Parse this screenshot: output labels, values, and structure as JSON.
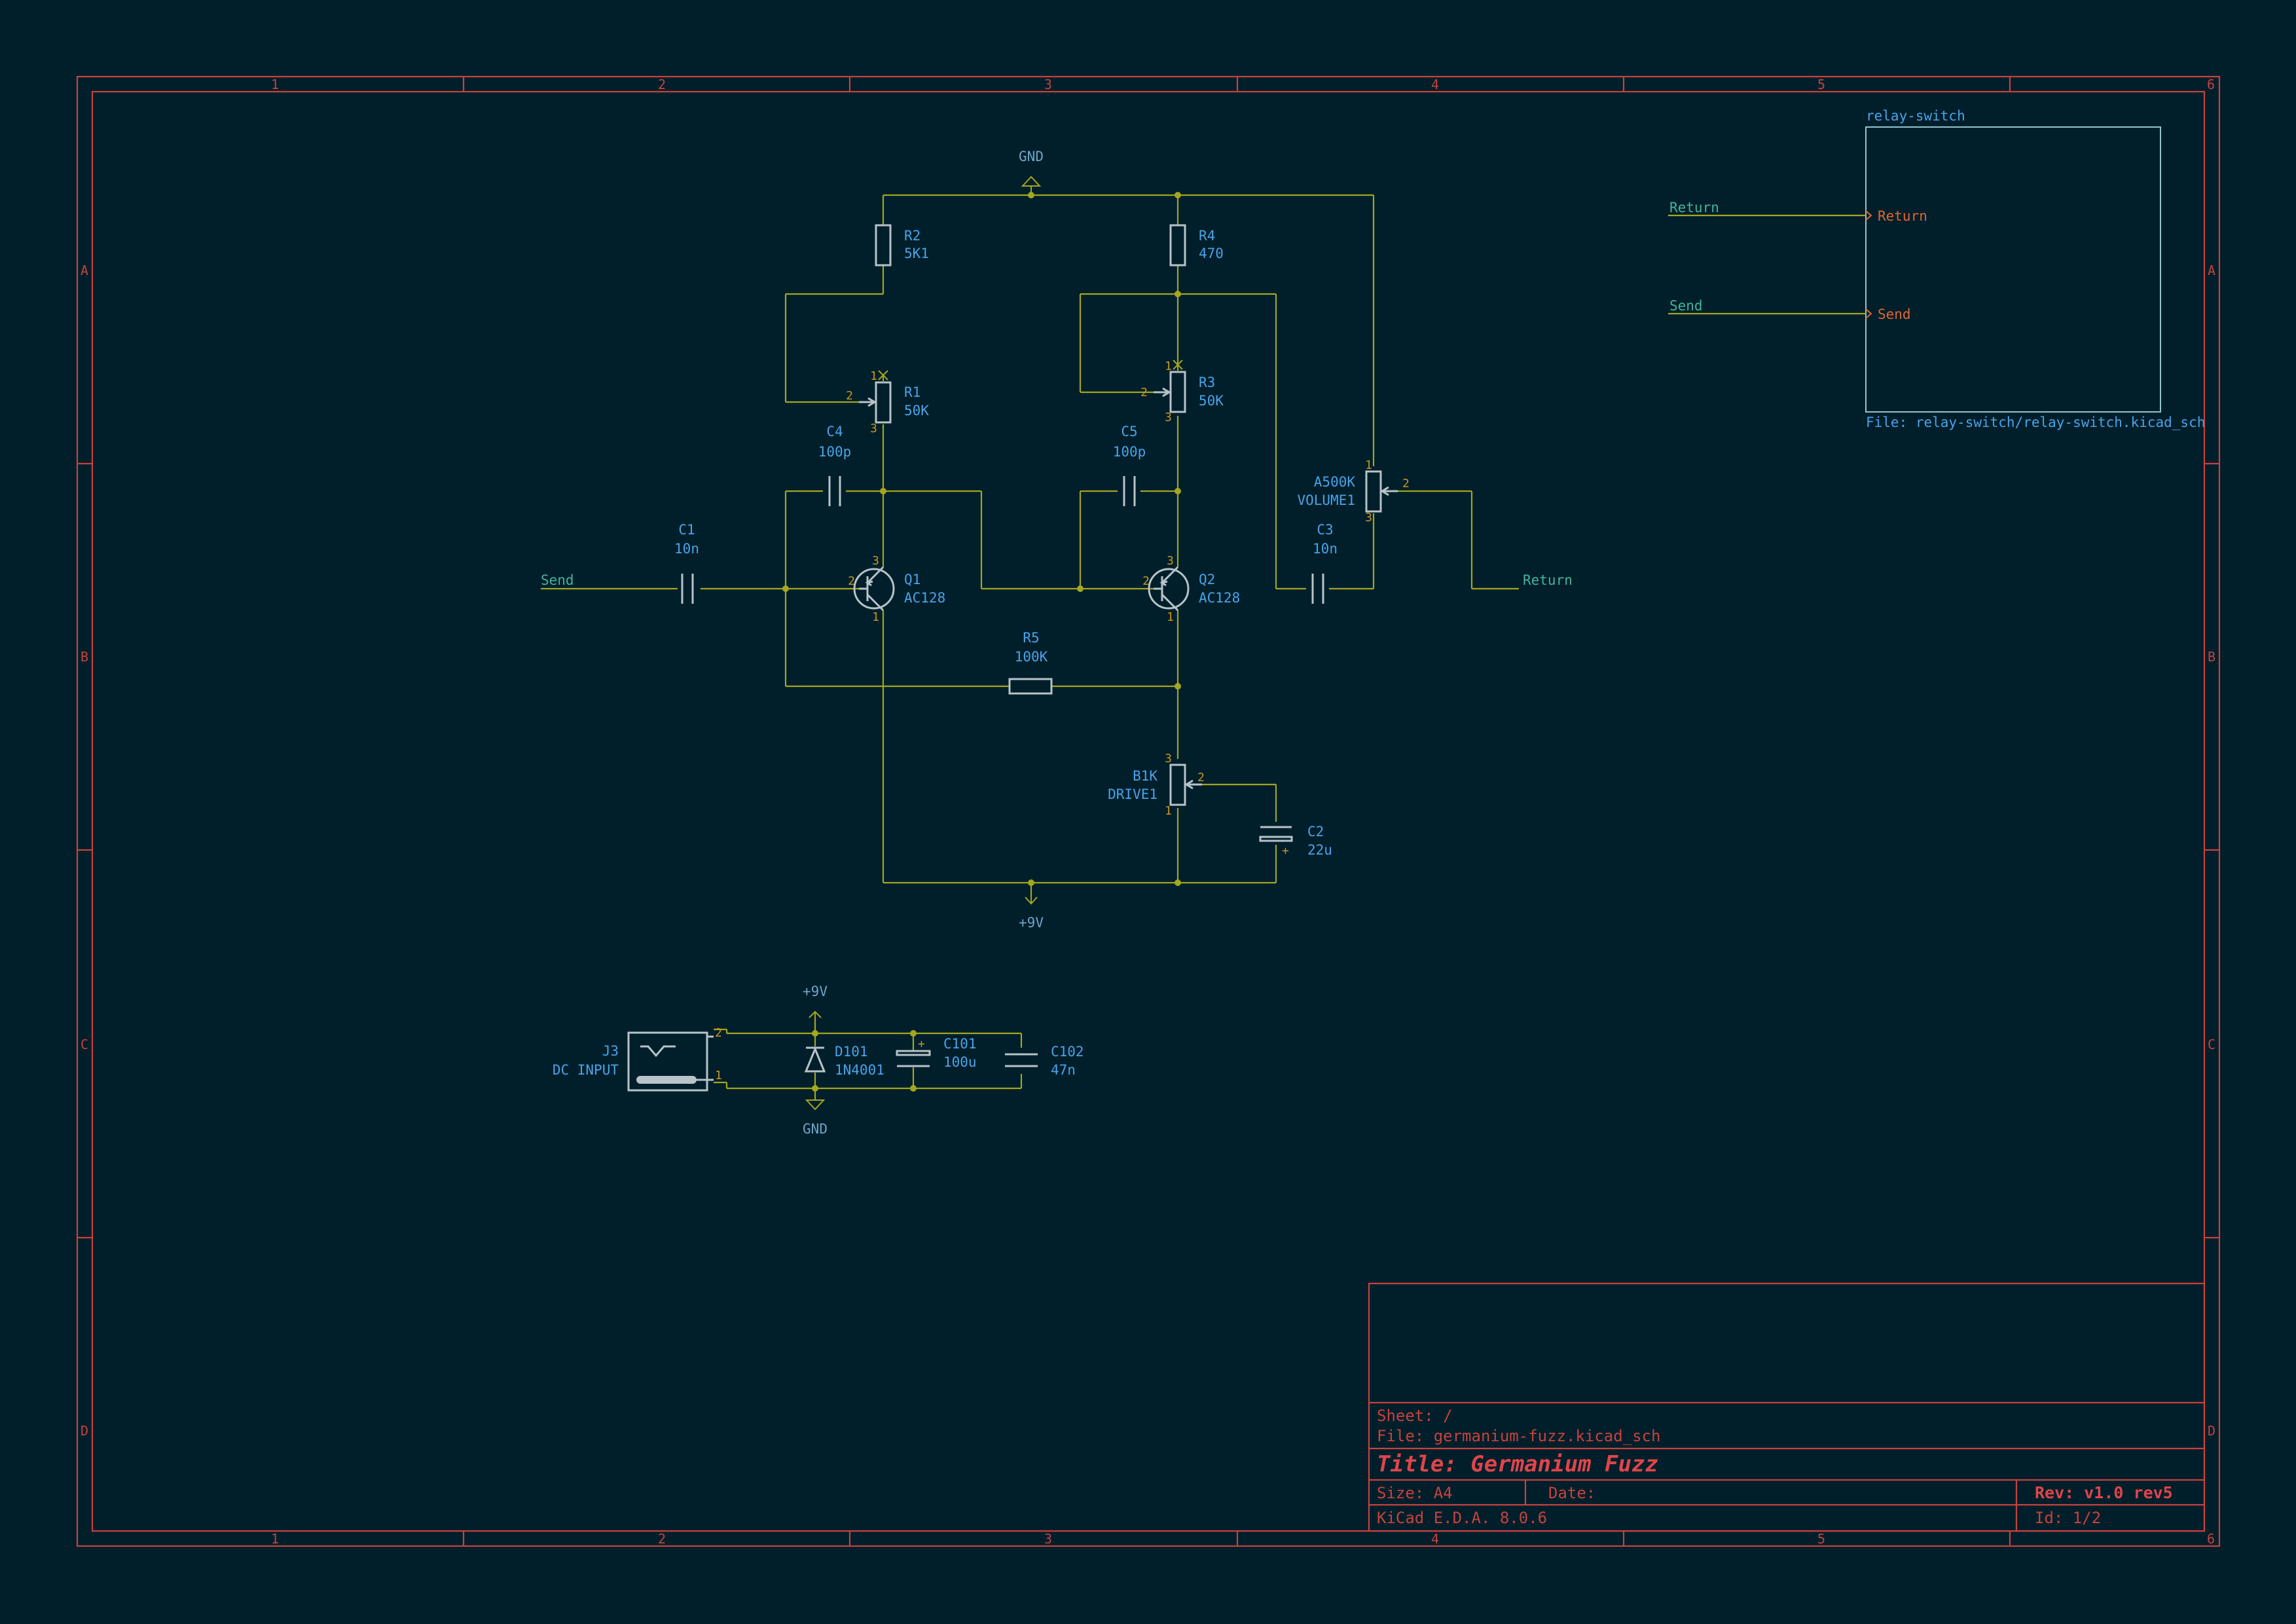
{
  "frame": {
    "columns": [
      "1",
      "2",
      "3",
      "4",
      "5",
      "6"
    ],
    "rows": [
      "A",
      "B",
      "C",
      "D"
    ]
  },
  "title_block": {
    "sheet": "Sheet: /",
    "file": "File: germanium-fuzz.kicad_sch",
    "title": "Title: Germanium Fuzz",
    "size": "Size: A4",
    "date": "Date:",
    "rev": "Rev: v1.0 rev5",
    "tool": "KiCad E.D.A. 8.0.6",
    "id": "Id: 1/2"
  },
  "hier_sheet": {
    "name": "relay-switch",
    "file": "File: relay-switch/relay-switch.kicad_sch",
    "pins": [
      "Return",
      "Send"
    ]
  },
  "labels": {
    "send_left": "Send",
    "return_right": "Return",
    "sheet_return": "Return",
    "sheet_send": "Send"
  },
  "power": {
    "gnd_top": "GND",
    "v9_bottom": "+9V",
    "v9_dc": "+9V",
    "gnd_dc": "GND"
  },
  "components": {
    "R1": {
      "ref": "R1",
      "value": "50K"
    },
    "R2": {
      "ref": "R2",
      "value": "5K1"
    },
    "R3": {
      "ref": "R3",
      "value": "50K"
    },
    "R4": {
      "ref": "R4",
      "value": "470"
    },
    "R5": {
      "ref": "R5",
      "value": "100K"
    },
    "C1": {
      "ref": "C1",
      "value": "10n"
    },
    "C2": {
      "ref": "C2",
      "value": "22u"
    },
    "C3": {
      "ref": "C3",
      "value": "10n"
    },
    "C4": {
      "ref": "C4",
      "value": "100p"
    },
    "C5": {
      "ref": "C5",
      "value": "100p"
    },
    "Q1": {
      "ref": "Q1",
      "value": "AC128"
    },
    "Q2": {
      "ref": "Q2",
      "value": "AC128"
    },
    "VOLUME1": {
      "ref": "VOLUME1",
      "value": "A500K"
    },
    "DRIVE1": {
      "ref": "DRIVE1",
      "value": "B1K"
    },
    "J3": {
      "ref": "J3",
      "value": "DC INPUT"
    },
    "D101": {
      "ref": "D101",
      "value": "1N4001"
    },
    "C101": {
      "ref": "C101",
      "value": "100u"
    },
    "C102": {
      "ref": "C102",
      "value": "47n"
    }
  },
  "pin_numbers": {
    "one": "1",
    "two": "2",
    "three": "3"
  },
  "colors": {
    "background": "#001f2b",
    "frame": "#c8413c",
    "wire": "#a4a61e",
    "symbol": "#b8c3c8",
    "reference": "#4aa3e8",
    "net_label": "#45b49a",
    "sheet_pin": "#e0672c"
  }
}
